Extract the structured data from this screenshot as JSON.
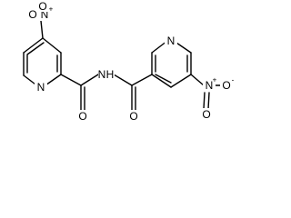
{
  "molecule": {
    "atoms": {
      "a_o_top": {
        "label": "O",
        "charge": "-"
      },
      "a_n_top": {
        "label": "N",
        "charge": "+"
      },
      "a_o_top2": {
        "label": "O",
        "charge": ""
      },
      "a_n_ring_left": {
        "label": "N",
        "charge": ""
      },
      "a_nh": {
        "label": "N",
        "charge": ""
      },
      "a_h": {
        "label": "H",
        "charge": ""
      },
      "a_o_left_carbonyl": {
        "label": "O",
        "charge": ""
      },
      "a_n_ring_right": {
        "label": "N",
        "charge": ""
      },
      "a_o_right_carbonyl": {
        "label": "O",
        "charge": ""
      },
      "a_n_bottom": {
        "label": "N",
        "charge": "+"
      },
      "a_o_bottom": {
        "label": "O",
        "charge": "-"
      },
      "a_o_bottom2": {
        "label": "O",
        "charge": ""
      }
    }
  },
  "colors": {
    "bond": "#000000",
    "text": "#000000",
    "background": "#ffffff"
  }
}
